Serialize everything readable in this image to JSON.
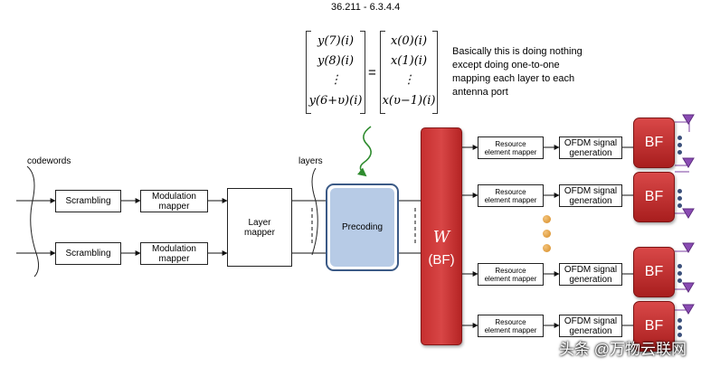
{
  "spec_ref": "36.211 - 6.3.4.4",
  "note": "Basically this is doing nothing except doing one-to-one mapping each layer to each antenna port",
  "note_lines": [
    "Basically this is doing nothing",
    "except doing one-to-one",
    "mapping each layer to each",
    "antenna port"
  ],
  "equation": {
    "lhs": [
      "y(7)(i)",
      "y(8)(i)",
      "⋮",
      "y(6+υ)(i)"
    ],
    "equals": "=",
    "rhs": [
      "x(0)(i)",
      "x(1)(i)",
      "⋮",
      "x(υ−1)(i)"
    ]
  },
  "labels": {
    "codewords": "codewords",
    "layers": "layers"
  },
  "blocks": {
    "scrambling_1": "Scrambling",
    "scrambling_2": "Scrambling",
    "modulation_1": [
      "Modulation",
      "mapper"
    ],
    "modulation_2": [
      "Modulation",
      "mapper"
    ],
    "layer_mapper": [
      "Layer",
      "mapper"
    ],
    "precoding": "Precoding",
    "w_symbol": "W",
    "w_sub": "(BF)"
  },
  "chains": [
    {
      "re_mapper": [
        "Resource",
        "element mapper"
      ],
      "ofdm": [
        "OFDM signal",
        "generation"
      ],
      "bf": "BF"
    },
    {
      "re_mapper": [
        "Resource",
        "element mapper"
      ],
      "ofdm": [
        "OFDM signal",
        "generation"
      ],
      "bf": "BF"
    },
    {
      "re_mapper": [
        "Resource",
        "element mapper"
      ],
      "ofdm": [
        "OFDM signal",
        "generation"
      ],
      "bf": "BF"
    },
    {
      "re_mapper": [
        "Resource",
        "element mapper"
      ],
      "ofdm": [
        "OFDM signal",
        "generation"
      ],
      "bf": "BF"
    }
  ],
  "watermark": "头条 @万物云联网",
  "colors": {
    "red": "#c93232",
    "precoding_fill": "#b7cbe6",
    "precoding_border": "#3b5a86",
    "green_arrow": "#2e8b2e",
    "dots": "#e09a38",
    "antenna": "#7b3fa0"
  }
}
